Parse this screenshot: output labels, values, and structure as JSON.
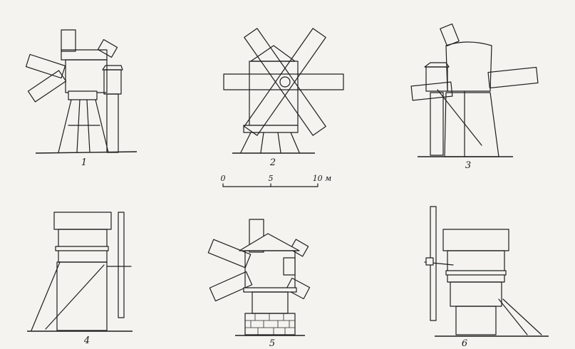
{
  "figure": {
    "scale_bar": {
      "ticks": [
        "0",
        "5",
        "10 м"
      ]
    },
    "windmills": [
      {
        "id": "mill-1",
        "caption": "1"
      },
      {
        "id": "mill-2",
        "caption": "2"
      },
      {
        "id": "mill-3",
        "caption": "3"
      },
      {
        "id": "mill-4",
        "caption": "4"
      },
      {
        "id": "mill-5",
        "caption": "5"
      },
      {
        "id": "mill-6",
        "caption": "6"
      }
    ]
  }
}
